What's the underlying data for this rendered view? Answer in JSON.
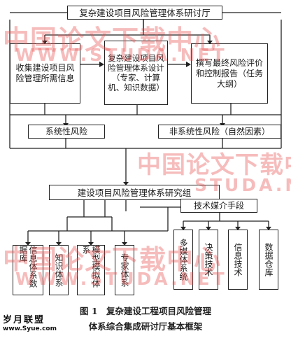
{
  "diagram": {
    "top_box": "复杂建设项目风险管理体系研讨厅",
    "collect_box": "收集建设项目风险管理所需信息",
    "design_box": "复杂建设项目风险管理体系设计（专家、计算机、知识数据）",
    "report_box": "撰写最终风险评价和控制报告（任务大纲）",
    "systematic_risk": "系统性风险",
    "nonsystematic_risk": "非系统性风险（自然因素）",
    "research_group": "建设项目风险管理体系研究组",
    "tech_means": "技术媒介手段",
    "left_items": [
      "信息体系数据库",
      "知识体系",
      "模型模拟体系",
      "专家体系"
    ],
    "right_items": [
      "多媒体系统",
      "决策技术",
      "信息技术",
      "数据仓库"
    ]
  },
  "caption": {
    "line1": "图 1　复杂建设工程项目风险管理",
    "line2": "体系综合集成研讨厅基本框架"
  },
  "watermark": {
    "cn_text": "中国论文下载中心",
    "url_text": "WWW.STUDA.NET",
    "url_text_alt": "STUDA.NET",
    "site_logo": "岁月联盟",
    "site_url": "www.Syue.com"
  }
}
